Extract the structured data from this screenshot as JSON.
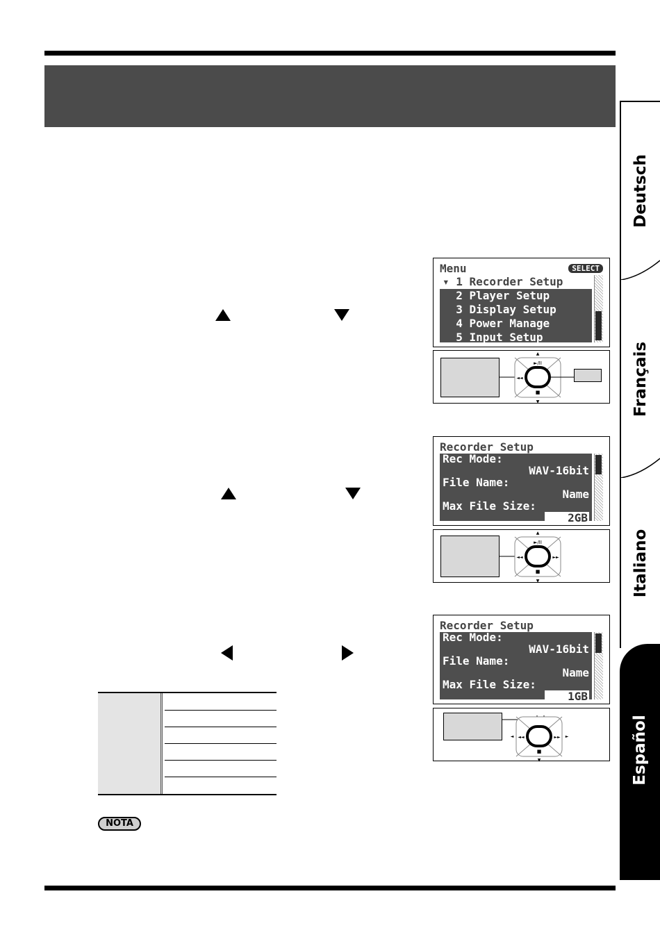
{
  "tabs": [
    {
      "label": "Deutsch",
      "active": false
    },
    {
      "label": "Français",
      "active": false
    },
    {
      "label": "Italiano",
      "active": false
    },
    {
      "label": "Español",
      "active": true
    }
  ],
  "screen1": {
    "title": "Menu",
    "badge": "SELECT",
    "lines": [
      "▾ 1 Recorder Setup",
      "  2 Player Setup",
      "  3 Display Setup",
      "  4 Power Manage",
      "  5 Input Setup"
    ]
  },
  "screen2": {
    "title": "Recorder Setup",
    "lines": [
      "Rec Mode:",
      "WAV-16bit",
      "File Name:",
      "Name",
      "Max File Size:",
      "2GB"
    ]
  },
  "screen3": {
    "title": "Recorder Setup",
    "lines": [
      "Rec Mode:",
      "WAV-16bit",
      "File Name:",
      "Name",
      "Max File Size:",
      "1GB"
    ]
  },
  "pad_icons": {
    "play": "►/II",
    "stop": "■",
    "rew": "◄◄",
    "ff": "►►"
  },
  "nota": {
    "label": "NOTA"
  },
  "colors": {
    "header_band": "#4b4b4b",
    "lcd_bg": "#4e4e4e",
    "table_head": "#e4e4e4"
  }
}
